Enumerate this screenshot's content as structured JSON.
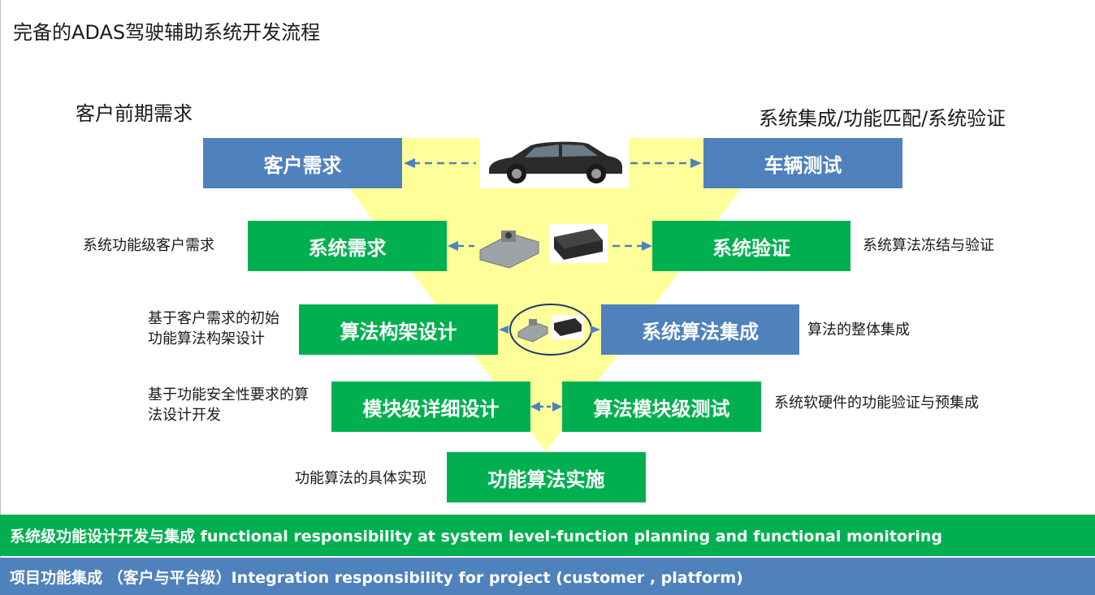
{
  "title": "完备的ADAS驾驶辅助系统开发流程",
  "headings": {
    "left": "客户前期需求",
    "right": "系统集成/功能匹配/系统验证"
  },
  "boxes": {
    "customer_req": "客户需求",
    "vehicle_test": "车辆测试",
    "system_req": "系统需求",
    "system_verify": "系统验证",
    "algo_arch": "算法构架设计",
    "system_algo_integ": "系统算法集成",
    "module_design": "模块级详细设计",
    "algo_module_test": "算法模块级测试",
    "function_impl": "功能算法实施"
  },
  "notes": {
    "system_req": "系统功能级客户需求",
    "system_verify": "系统算法冻结与验证",
    "algo_arch_line1": "基于客户需求的初始",
    "algo_arch_line2": "功能算法构架设计",
    "integ": "算法的整体集成",
    "module_line1": "基于功能安全性要求的算",
    "module_line2": "法设计开发",
    "module_test": "系统软硬件的功能验证与预集成",
    "impl": "功能算法的具体实现"
  },
  "bands": {
    "green": "系统级功能设计开发与集成 functional responsibility at system level-function planning and functional monitoring",
    "blue": "项目功能集成 （客户与平台级）Integration  responsibility for project (customer , platform)"
  },
  "colors": {
    "blue": "#4f81bd",
    "green": "#00b050",
    "funnel": "#ffff99"
  },
  "icons": [
    "car-icon",
    "ecu-unit-icon",
    "camera-module-icon"
  ]
}
